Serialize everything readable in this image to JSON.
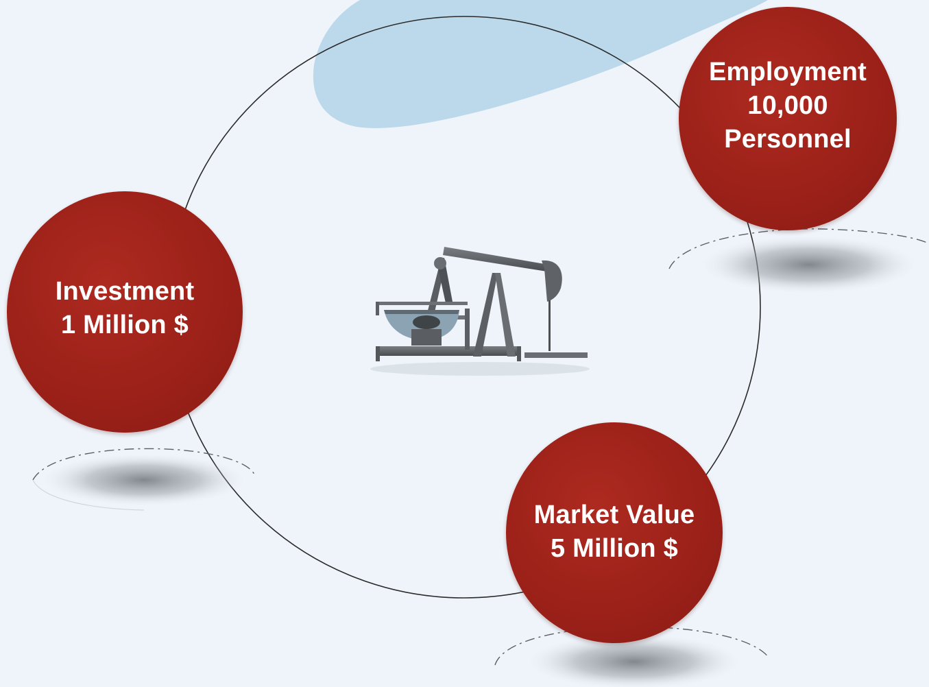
{
  "diagram": {
    "center_icon": "oil-pump-jack-icon",
    "nodes": [
      {
        "id": "investment",
        "line1": "Investment",
        "line2": "1 Million $",
        "line3": ""
      },
      {
        "id": "employment",
        "line1": "Employment",
        "line2": "10,000",
        "line3": "Personnel"
      },
      {
        "id": "market-value",
        "line1": "Market Value",
        "line2": "5 Million $",
        "line3": ""
      }
    ]
  },
  "colors": {
    "background": "#eef4fa",
    "node_fill": "#9c2119",
    "node_text": "#ffffff",
    "swoosh": "#bcd9ec",
    "orbit_line": "#2a2a2a"
  }
}
